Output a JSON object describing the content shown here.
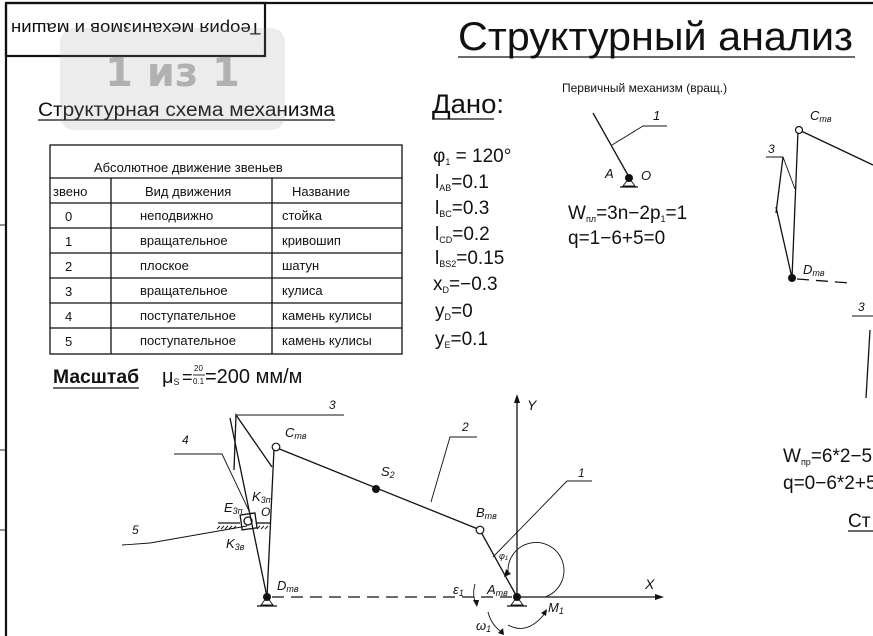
{
  "title_block": {
    "text": "Теория механизмов и машин"
  },
  "page_indicator": "1 из 1",
  "main_title": "Структурный анализ",
  "scheme_title": "Структурная схема механизма",
  "table": {
    "caption": "Абсолютное движение звеньев",
    "headers": [
      "звено",
      "Вид движения",
      "Название"
    ],
    "rows": [
      [
        "0",
        "неподвижно",
        "стойка"
      ],
      [
        "1",
        "вращательное",
        "кривошип"
      ],
      [
        "2",
        "плоское",
        "шатун"
      ],
      [
        "3",
        "вращательное",
        "кулиса"
      ],
      [
        "4",
        "поступательное",
        "камень кулисы"
      ],
      [
        "5",
        "поступательное",
        "камень кулисы"
      ]
    ]
  },
  "scale": {
    "label": "Масштаб",
    "mu": "μ",
    "mu_sub": "S",
    "num": "20",
    "den": "0.1",
    "value": "=200 мм/м"
  },
  "given": {
    "title": "Дано:",
    "items": [
      {
        "a": "φ",
        "s": "1",
        "b": " = 120°"
      },
      {
        "a": "l",
        "s": "AB",
        "b": "=0.1"
      },
      {
        "a": "l",
        "s": "BC",
        "b": "=0.3"
      },
      {
        "a": "l",
        "s": "CD",
        "b": "=0.2"
      },
      {
        "a": "l",
        "s": "BS2",
        "b": "=0.15"
      },
      {
        "a": "x",
        "s": "D",
        "b": "=−0.3"
      },
      {
        "a": "y",
        "s": "D",
        "b": "=0"
      },
      {
        "a": "y",
        "s": "E",
        "b": "=0.1"
      }
    ]
  },
  "primary": {
    "title": "Первичный механизм (вращ.)",
    "label_1": "1",
    "label_A": "A",
    "label_O": "O",
    "w_a": "W",
    "w_s": "пл",
    "w_b": "=3n−2p",
    "w_s2": "1",
    "w_c": "=1",
    "q": "q=1−6+5=0"
  },
  "right_group": {
    "label_C": "C",
    "label_C_sub": "тв",
    "label_D": "D",
    "label_D_sub": "тв",
    "label_3a": "3",
    "label_3b": "3",
    "w_a": "W",
    "w_s": "пр",
    "w_b": "=6*2−5",
    "q": "q=0−6*2+5",
    "cut_title": "Ст"
  },
  "mechanism": {
    "link_labels": [
      "1",
      "2",
      "3",
      "4",
      "5"
    ],
    "points": {
      "C": [
        "C",
        "тв"
      ],
      "S": [
        "S",
        "2"
      ],
      "B": [
        "B",
        "тв"
      ],
      "E": [
        "E",
        "3п"
      ],
      "K1": [
        "K",
        "3п"
      ],
      "K2": [
        "K",
        "3в"
      ],
      "O": [
        "O",
        ""
      ],
      "D": [
        "D",
        "тв"
      ],
      "A": [
        "A",
        "тв"
      ],
      "eps": [
        "ε",
        "1"
      ],
      "M": [
        "M",
        "1"
      ],
      "omega": [
        "ω",
        "1"
      ],
      "phi": [
        "φ",
        "1"
      ]
    },
    "axis_x": "X",
    "axis_y": "Y"
  }
}
